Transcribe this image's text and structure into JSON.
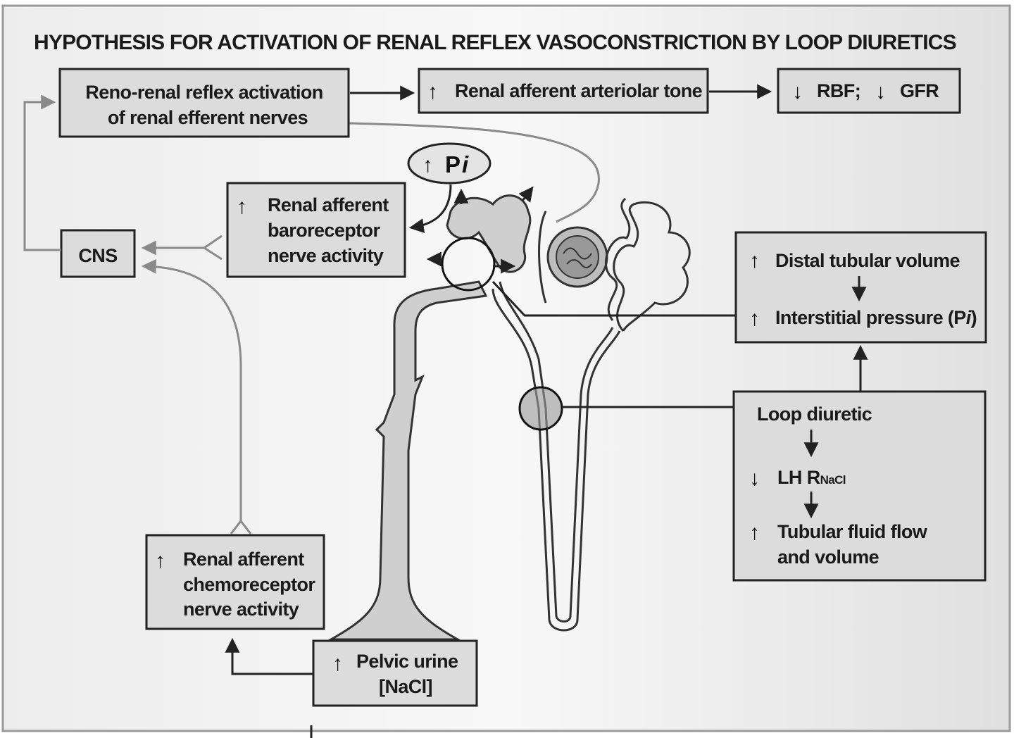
{
  "title": "HYPOTHESIS FOR ACTIVATION OF RENAL REFLEX VASOCONSTRICTION BY LOOP DIURETICS",
  "arrows": {
    "up": "↑",
    "down": "↓"
  },
  "boxes": {
    "reflex": {
      "line1": "Reno-renal reflex activation",
      "line2": "of renal efferent nerves"
    },
    "arteriolar": {
      "text": "Renal afferent arteriolar tone"
    },
    "rbf": {
      "rbf": "RBF;",
      "gfr": "GFR"
    },
    "pi": {
      "p": "P",
      "i": "i"
    },
    "baroreceptor": {
      "line1": "Renal afferent",
      "line2": "baroreceptor",
      "line3": "nerve activity"
    },
    "cns": {
      "text": "CNS"
    },
    "distal": {
      "line1": "Distal tubular volume",
      "line2a": "Interstitial pressure (P",
      "line2b": "i",
      "line2c": ")"
    },
    "loop": {
      "line1": "Loop diuretic",
      "line2a": "LH R",
      "line2b": "NaCl",
      "line3": "Tubular fluid flow",
      "line4": "and volume"
    },
    "chemoreceptor": {
      "line1": "Renal afferent",
      "line2": "chemoreceptor",
      "line3": "nerve activity"
    },
    "pelvic": {
      "line1": "Pelvic urine",
      "line2": "[NaCl]"
    }
  }
}
